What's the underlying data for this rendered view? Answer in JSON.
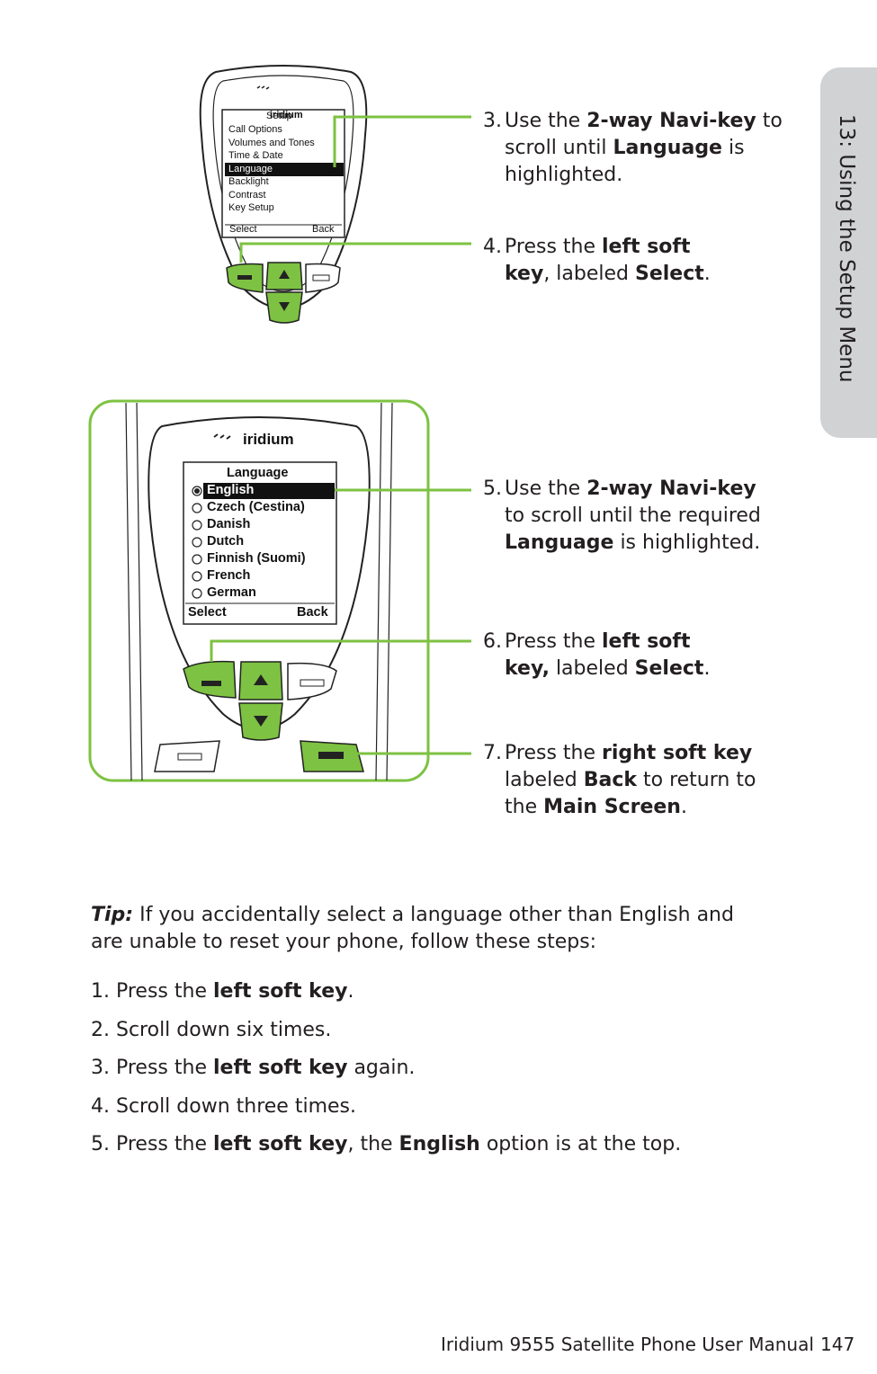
{
  "side_tab": "13: Using the Setup Menu",
  "phone1": {
    "brand": "iridium",
    "menu_title": "Setup",
    "menu_items": [
      "Call Options",
      "Volumes and Tones",
      "Time & Date",
      "Language",
      "Backlight",
      "Contrast",
      "Key Setup"
    ],
    "left_soft": "Select",
    "right_soft": "Back"
  },
  "phone2": {
    "brand": "iridium",
    "menu_title": "Language",
    "menu_items": [
      "English",
      "Czech (Cestina)",
      "Danish",
      "Dutch",
      "Finnish (Suomi)",
      "French",
      "German"
    ],
    "left_soft": "Select",
    "right_soft": "Back"
  },
  "steps": [
    {
      "num": "3.",
      "parts": [
        "Use the ",
        "2-way Navi-key",
        " to scroll until ",
        "Language",
        " is highlighted."
      ]
    },
    {
      "num": "4.",
      "parts": [
        "Press the ",
        "left soft key",
        ", labeled ",
        "Select",
        "."
      ]
    },
    {
      "num": "5.",
      "parts": [
        "Use the ",
        "2-way Navi-key",
        " to scroll until the required ",
        "Language",
        " is highlighted."
      ]
    },
    {
      "num": "6.",
      "parts": [
        "Press the ",
        "left soft key,",
        " labeled ",
        "Select",
        "."
      ]
    },
    {
      "num": "7.",
      "parts": [
        "Press the ",
        "right soft key",
        " labeled ",
        "Back",
        " to return to the ",
        "Main Screen",
        "."
      ]
    }
  ],
  "tip": {
    "label": "Tip:",
    "text": " If you accidentally select a language other than English and are unable to reset your phone, follow these steps:"
  },
  "tip_steps": [
    [
      "1. Press the ",
      "left soft key",
      "."
    ],
    [
      "2.  Scroll down six times."
    ],
    [
      "3. Press the ",
      "left soft key",
      " again."
    ],
    [
      "4. Scroll down three times."
    ],
    [
      "5. Press the ",
      "left soft key",
      ", the ",
      "English",
      " option is at the top."
    ]
  ],
  "footer": "Iridium 9555 Satellite Phone User Manual",
  "page_number": "147",
  "colors": {
    "accent_green": "#7dc242",
    "key_green": "#5cb531",
    "side_tab": "#d1d2d4"
  }
}
